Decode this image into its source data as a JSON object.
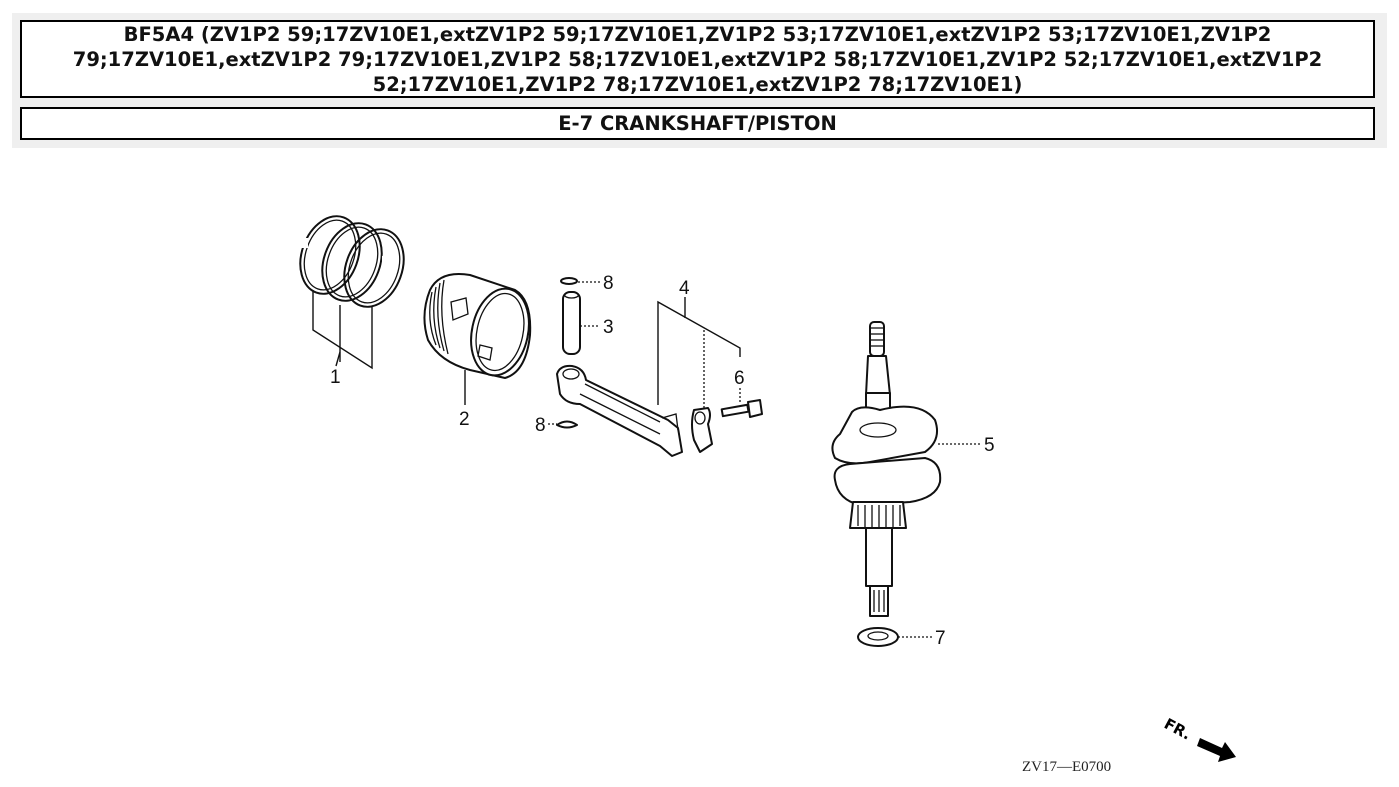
{
  "header": {
    "model_title": "BF5A4 (ZV1P2 59;17ZV10E1,extZV1P2 59;17ZV10E1,ZV1P2 53;17ZV10E1,extZV1P2 53;17ZV10E1,ZV1P2 79;17ZV10E1,extZV1P2 79;17ZV10E1,ZV1P2 58;17ZV10E1,extZV1P2 58;17ZV10E1,ZV1P2 52;17ZV10E1,extZV1P2 52;17ZV10E1,ZV1P2 78;17ZV10E1,extZV1P2 78;17ZV10E1)",
    "section_title": "E-7 CRANKSHAFT/PISTON"
  },
  "diagram": {
    "parts": [
      {
        "ref": "1",
        "name": "piston-rings"
      },
      {
        "ref": "2",
        "name": "piston"
      },
      {
        "ref": "3",
        "name": "piston-pin"
      },
      {
        "ref": "4",
        "name": "connecting-rod-assembly"
      },
      {
        "ref": "5",
        "name": "crankshaft"
      },
      {
        "ref": "6",
        "name": "connecting-rod-bolt"
      },
      {
        "ref": "7",
        "name": "washer"
      },
      {
        "ref": "8",
        "name": "piston-pin-clip"
      }
    ],
    "callouts": {
      "c1": "1",
      "c2": "2",
      "c3": "3",
      "c4": "4",
      "c5": "5",
      "c6": "6",
      "c7": "7",
      "c8a": "8",
      "c8b": "8"
    },
    "drawing_code": "ZV17—E0700",
    "direction_label": "FR.",
    "direction_icon": "arrow-right-down-icon"
  }
}
